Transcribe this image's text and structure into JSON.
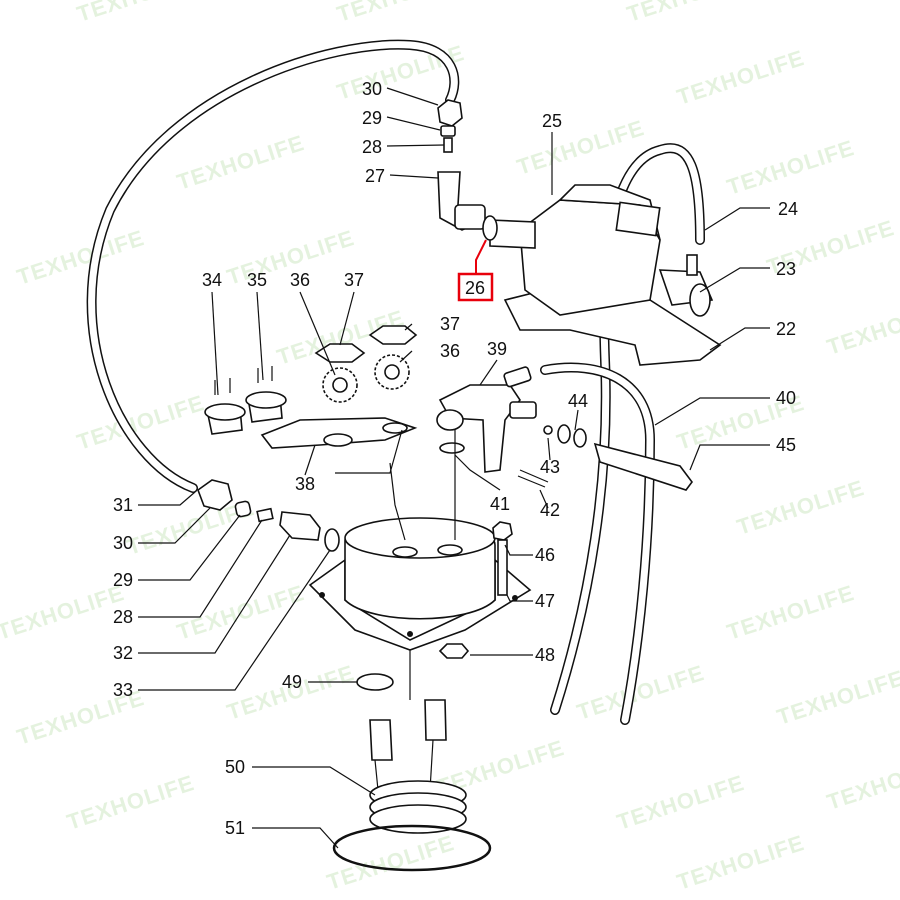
{
  "watermark": "TEXHOLIFE",
  "highlight": {
    "label": "26",
    "color": "#e8000b"
  },
  "callouts": [
    {
      "id": "c30a",
      "label": "30"
    },
    {
      "id": "c29a",
      "label": "29"
    },
    {
      "id": "c28a",
      "label": "28"
    },
    {
      "id": "c27",
      "label": "27"
    },
    {
      "id": "c25",
      "label": "25"
    },
    {
      "id": "c24",
      "label": "24"
    },
    {
      "id": "c23",
      "label": "23"
    },
    {
      "id": "c22",
      "label": "22"
    },
    {
      "id": "c34",
      "label": "34"
    },
    {
      "id": "c35",
      "label": "35"
    },
    {
      "id": "c36a",
      "label": "36"
    },
    {
      "id": "c37a",
      "label": "37"
    },
    {
      "id": "c37b",
      "label": "37"
    },
    {
      "id": "c36b",
      "label": "36"
    },
    {
      "id": "c39",
      "label": "39"
    },
    {
      "id": "c40",
      "label": "40"
    },
    {
      "id": "c44",
      "label": "44"
    },
    {
      "id": "c45",
      "label": "45"
    },
    {
      "id": "c43",
      "label": "43"
    },
    {
      "id": "c38",
      "label": "38"
    },
    {
      "id": "c41",
      "label": "41"
    },
    {
      "id": "c42",
      "label": "42"
    },
    {
      "id": "c31",
      "label": "31"
    },
    {
      "id": "c30b",
      "label": "30"
    },
    {
      "id": "c29b",
      "label": "29"
    },
    {
      "id": "c28b",
      "label": "28"
    },
    {
      "id": "c32",
      "label": "32"
    },
    {
      "id": "c33",
      "label": "33"
    },
    {
      "id": "c46",
      "label": "46"
    },
    {
      "id": "c47",
      "label": "47"
    },
    {
      "id": "c48",
      "label": "48"
    },
    {
      "id": "c49",
      "label": "49"
    },
    {
      "id": "c50",
      "label": "50"
    },
    {
      "id": "c51",
      "label": "51"
    }
  ]
}
